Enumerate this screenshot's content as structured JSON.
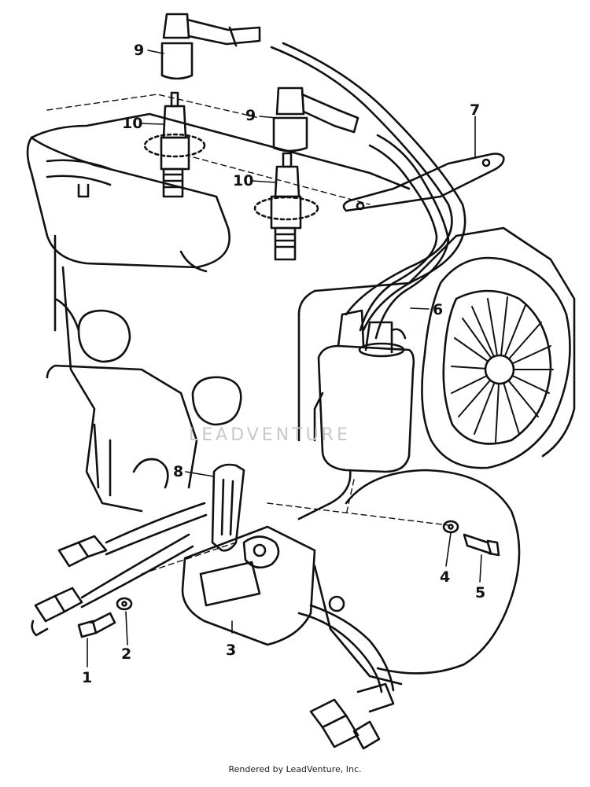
{
  "diagram": {
    "callouts": [
      {
        "id": "c1",
        "text": "1"
      },
      {
        "id": "c2",
        "text": "2"
      },
      {
        "id": "c3",
        "text": "3"
      },
      {
        "id": "c4",
        "text": "4"
      },
      {
        "id": "c5",
        "text": "5"
      },
      {
        "id": "c6",
        "text": "6"
      },
      {
        "id": "c7",
        "text": "7"
      },
      {
        "id": "c8",
        "text": "8"
      },
      {
        "id": "c9a",
        "text": "9"
      },
      {
        "id": "c9b",
        "text": "9"
      },
      {
        "id": "c10a",
        "text": "10"
      },
      {
        "id": "c10b",
        "text": "10"
      }
    ],
    "watermark": "LEADVENTURE",
    "footer": "Rendered by LeadVenture, Inc."
  }
}
